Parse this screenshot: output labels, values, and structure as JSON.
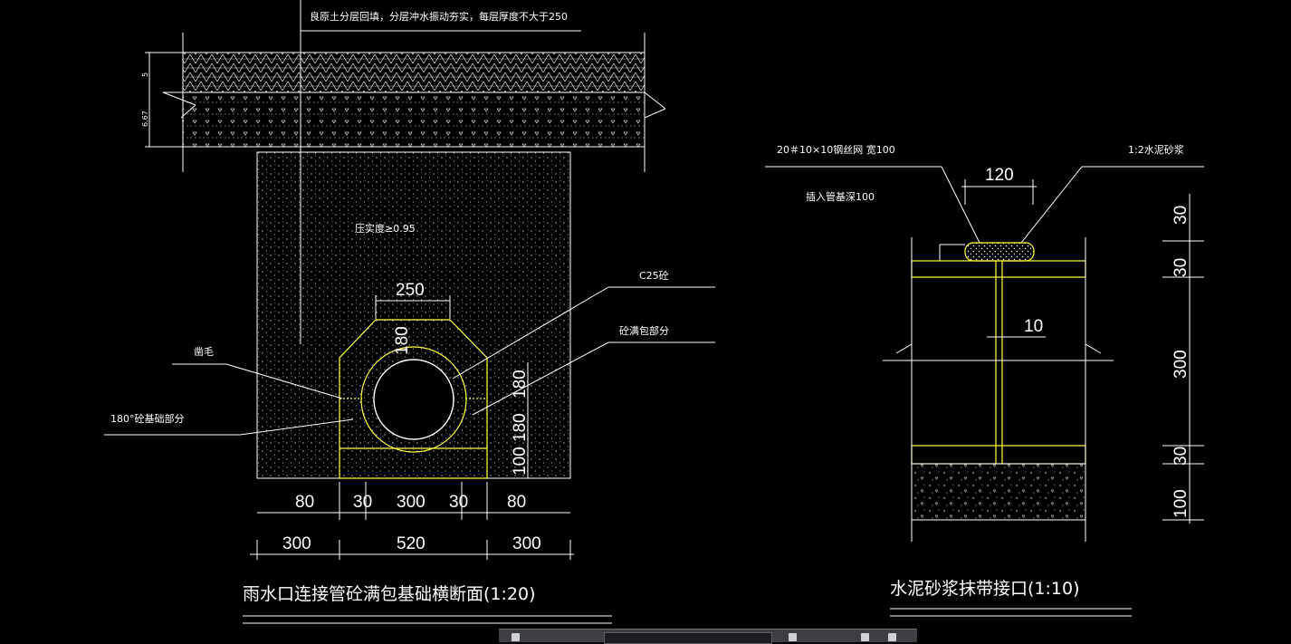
{
  "left_section": {
    "top_note": "良原土分层回填，分层冲水振动夯实，每层厚度不大于250",
    "compaction": "压实度≥0.95",
    "concrete": "C25砼",
    "encasement": "砼满包部分",
    "roughen": "凿毛",
    "base_180": "180°砼基础部分",
    "side_dims": [
      "5",
      "6.67"
    ],
    "dims_top": [
      "250",
      "180"
    ],
    "dims_right": [
      "180",
      "180",
      "100"
    ],
    "dims_bottom1": [
      "80",
      "30",
      "300",
      "30",
      "80"
    ],
    "dims_bottom2": [
      "300",
      "520",
      "300"
    ],
    "title": "雨水口连接管砼满包基础横断面(1:20)"
  },
  "right_section": {
    "mesh": "20＃10×10钢丝网  宽100",
    "mortar": "1:2水泥砂浆",
    "insert": "插入管基深100",
    "dim_120": "120",
    "dim_10": "10",
    "dims_right": [
      "30",
      "30",
      "300",
      "30",
      "100"
    ],
    "title": "水泥砂浆抹带接口(1:10)"
  },
  "colors": {
    "background": "#000000",
    "linework": "#ffffff",
    "highlight": "#ffff40"
  }
}
